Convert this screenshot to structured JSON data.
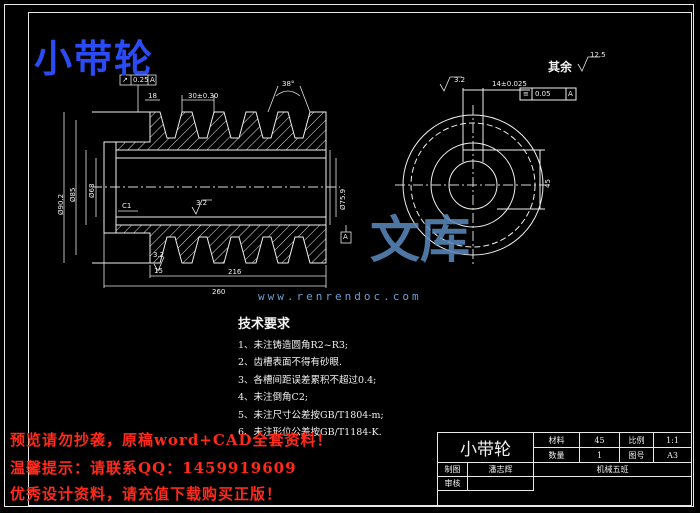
{
  "title": "小带轮",
  "others_roughness": {
    "label": "其余",
    "value": "12.5"
  },
  "dimensions": {
    "runout": "0.25",
    "datum": "A",
    "top_width_18": "18",
    "groove_pitch": "30±0.30",
    "groove_angle": "38°",
    "dia_outer": "Ø90.2",
    "dia_pitch": "Ø85",
    "dia_root": "Ø68",
    "dia_bore": "Ø75.9",
    "chamfer": "C1",
    "roughness_bore": "3.2",
    "roughness_left": "3.2",
    "groove_left": "15",
    "length_216": "216",
    "length_260": "260",
    "keyway_width": "14±0.025",
    "keyway_sym": "0.05",
    "keyway_depth": "45",
    "roughness_key": "3.2"
  },
  "technical_requirements": {
    "title": "技术要求",
    "items": [
      "1、未注铸造圆角R2~R3;",
      "2、齿槽表面不得有砂眼.",
      "3、各槽间距误差累积不超过0.4;",
      "4、未注倒角C2;",
      "5、未注尺寸公差按GB/T1804-m;",
      "6、未注形位公差按GB/T1184-K."
    ]
  },
  "watermark": {
    "brand": "文库",
    "url": "www.renrendoc.com"
  },
  "warnings": [
    "预览请勿抄袭，原稿word+CAD全套资料！",
    "温馨提示：请联系QQ：1459919609",
    "优秀设计资料，请充值下载购买正版！"
  ],
  "title_block": {
    "part_name": "小带轮",
    "material_label": "材料",
    "material_value": "45",
    "scale_label": "比例",
    "scale_value": "1:1",
    "qty_label": "数量",
    "qty_value": "1",
    "drawing_no_label": "图号",
    "drawing_no_value": "A3",
    "drawn_label": "制图",
    "drawn_value": "潘志辉",
    "check_label": "审核",
    "school": "机械五班"
  }
}
